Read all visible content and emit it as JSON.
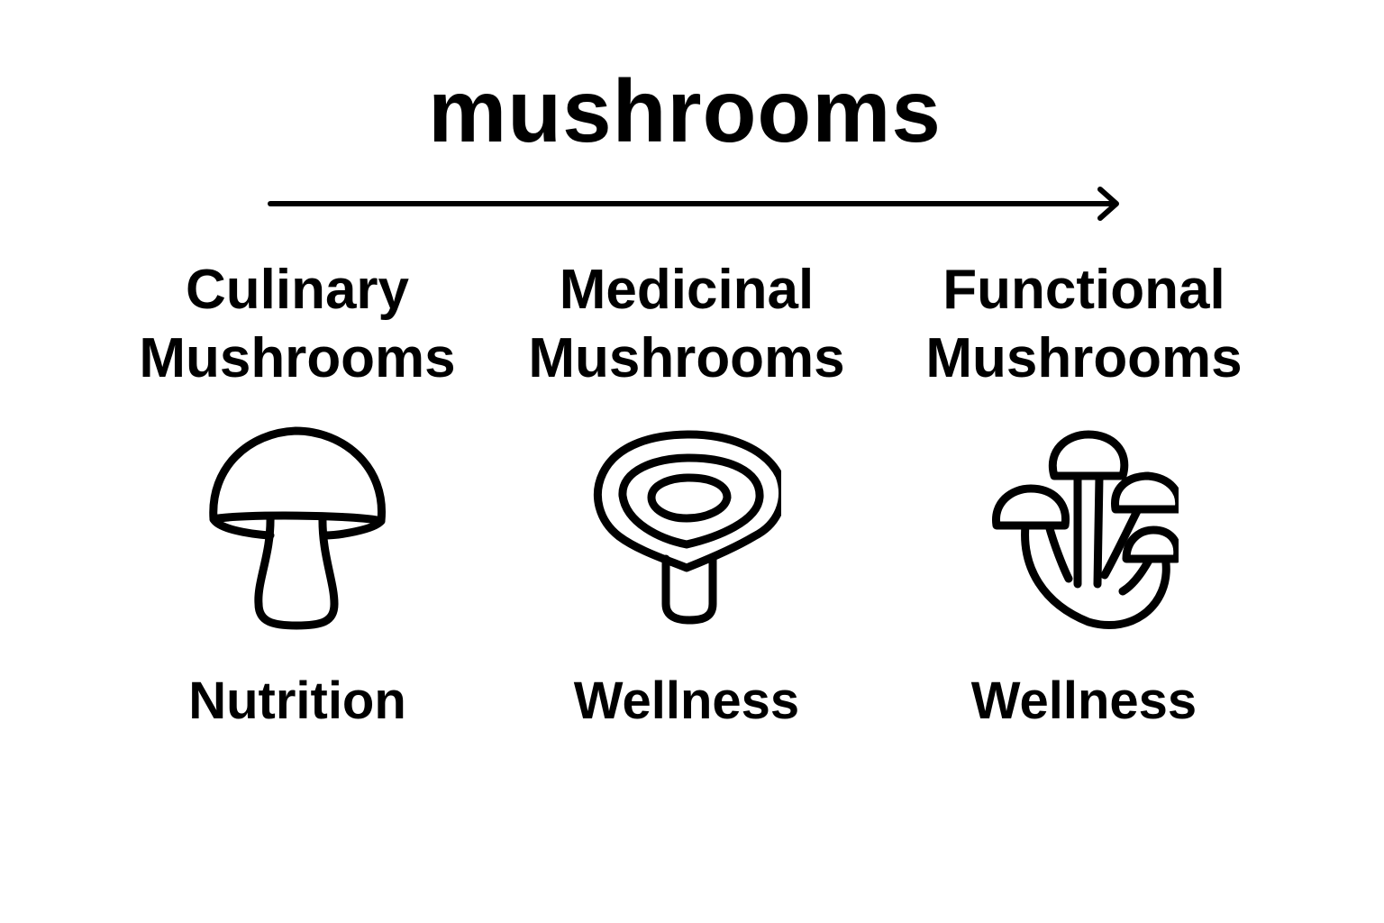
{
  "diagram": {
    "title": "mushrooms",
    "arrow": {
      "direction": "right"
    },
    "categories": [
      {
        "heading_line1": "Culinary",
        "heading_line2": "Mushrooms",
        "icon": "button-mushroom-icon",
        "benefit": "Nutrition"
      },
      {
        "heading_line1": "Medicinal",
        "heading_line2": "Mushrooms",
        "icon": "reishi-mushroom-icon",
        "benefit": "Wellness"
      },
      {
        "heading_line1": "Functional",
        "heading_line2": "Mushrooms",
        "icon": "cluster-mushroom-icon",
        "benefit": "Wellness"
      }
    ]
  },
  "colors": {
    "background": "#ffffff",
    "foreground": "#000000"
  }
}
